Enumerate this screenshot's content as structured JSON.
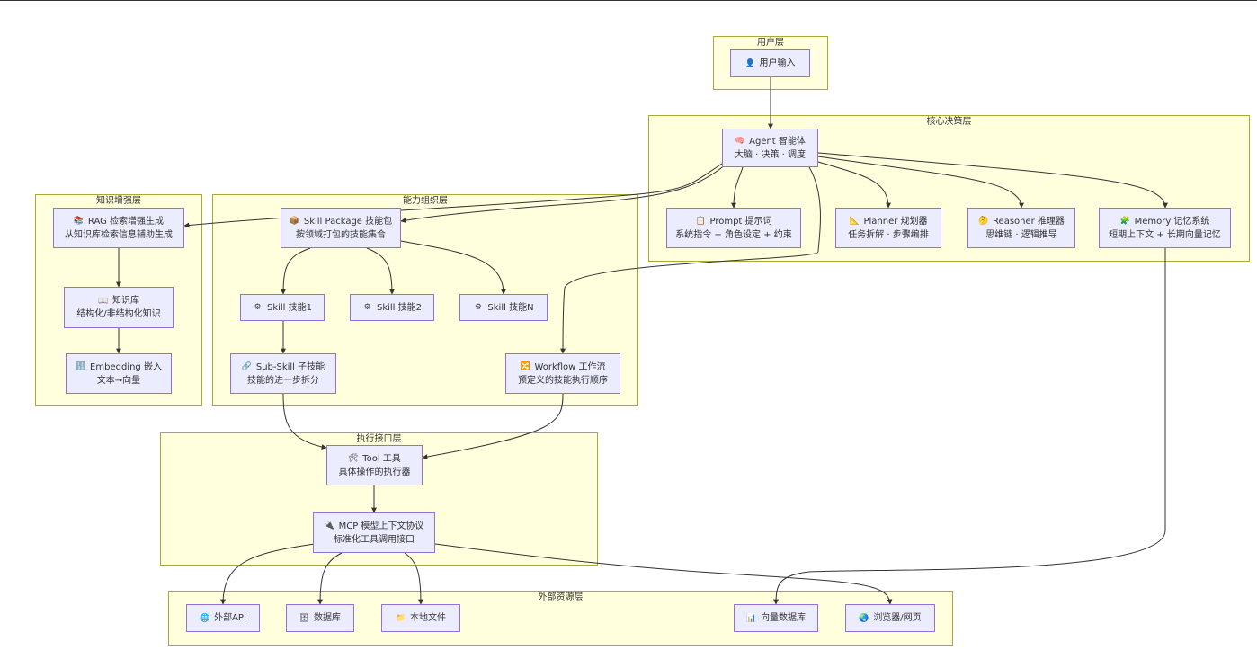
{
  "clusters": {
    "user": "用户层",
    "core": "核心决策层",
    "knowledge": "知识增强层",
    "capability": "能力组织层",
    "exec": "执行接口层",
    "external": "外部资源层"
  },
  "nodes": {
    "user_input": {
      "icon": "user-icon",
      "glyph": "👤",
      "line1": "用户输入",
      "line2": ""
    },
    "agent": {
      "icon": "brain-icon",
      "glyph": "🧠",
      "line1": "Agent 智能体",
      "line2": "大脑 · 决策 · 调度"
    },
    "prompt": {
      "icon": "clipboard-icon",
      "glyph": "📋",
      "line1": "Prompt 提示词",
      "line2": "系统指令 + 角色设定 + 约束"
    },
    "planner": {
      "icon": "triangle-ruler-icon",
      "glyph": "📐",
      "line1": "Planner 规划器",
      "line2": "任务拆解 · 步骤编排"
    },
    "reasoner": {
      "icon": "thinking-face-icon",
      "glyph": "🤔",
      "line1": "Reasoner 推理器",
      "line2": "思维链 · 逻辑推导"
    },
    "memory": {
      "icon": "memory-icon",
      "glyph": "🧩",
      "line1": "Memory 记忆系统",
      "line2": "短期上下文 + 长期向量记忆"
    },
    "rag": {
      "icon": "books-icon",
      "glyph": "📚",
      "line1": "RAG 检索增强生成",
      "line2": "从知识库检索信息辅助生成"
    },
    "knowledge_base": {
      "icon": "book-icon",
      "glyph": "📖",
      "line1": "知识库",
      "line2": "结构化/非结构化知识"
    },
    "embedding": {
      "icon": "numbers-icon",
      "glyph": "🔢",
      "line1": "Embedding 嵌入",
      "line2": "文本→向量"
    },
    "skill_package": {
      "icon": "package-icon",
      "glyph": "📦",
      "line1": "Skill Package 技能包",
      "line2": "按领域打包的技能集合"
    },
    "skill1": {
      "icon": "gear-icon",
      "glyph": "⚙",
      "line1": "Skill 技能1",
      "line2": ""
    },
    "skill2": {
      "icon": "gear-icon",
      "glyph": "⚙",
      "line1": "Skill 技能2",
      "line2": ""
    },
    "skilln": {
      "icon": "gear-icon",
      "glyph": "⚙",
      "line1": "Skill 技能N",
      "line2": ""
    },
    "subskill": {
      "icon": "link-icon",
      "glyph": "🔗",
      "line1": "Sub-Skill 子技能",
      "line2": "技能的进一步拆分"
    },
    "workflow": {
      "icon": "workflow-icon",
      "glyph": "🔀",
      "line1": "Workflow 工作流",
      "line2": "预定义的技能执行顺序"
    },
    "tool": {
      "icon": "wrench-icon",
      "glyph": "🛠",
      "line1": "Tool 工具",
      "line2": "具体操作的执行器"
    },
    "mcp": {
      "icon": "plug-icon",
      "glyph": "🔌",
      "line1": "MCP 模型上下文协议",
      "line2": "标准化工具调用接口"
    },
    "ext_api": {
      "icon": "globe-icon",
      "glyph": "🌐",
      "line1": "外部API",
      "line2": ""
    },
    "database": {
      "icon": "database-icon",
      "glyph": "🗄",
      "line1": "数据库",
      "line2": ""
    },
    "local_files": {
      "icon": "folder-icon",
      "glyph": "📁",
      "line1": "本地文件",
      "line2": ""
    },
    "vector_db": {
      "icon": "bar-chart-icon",
      "glyph": "📊",
      "line1": "向量数据库",
      "line2": ""
    },
    "browser": {
      "icon": "earth-globe-icon",
      "glyph": "🌏",
      "line1": "浏览器/网页",
      "line2": ""
    }
  },
  "colors": {
    "cluster_fill": "#ffffde",
    "cluster_border": "#aaaa33",
    "node_fill": "#ececff",
    "node_border": "#9370db",
    "edge": "#333333"
  }
}
